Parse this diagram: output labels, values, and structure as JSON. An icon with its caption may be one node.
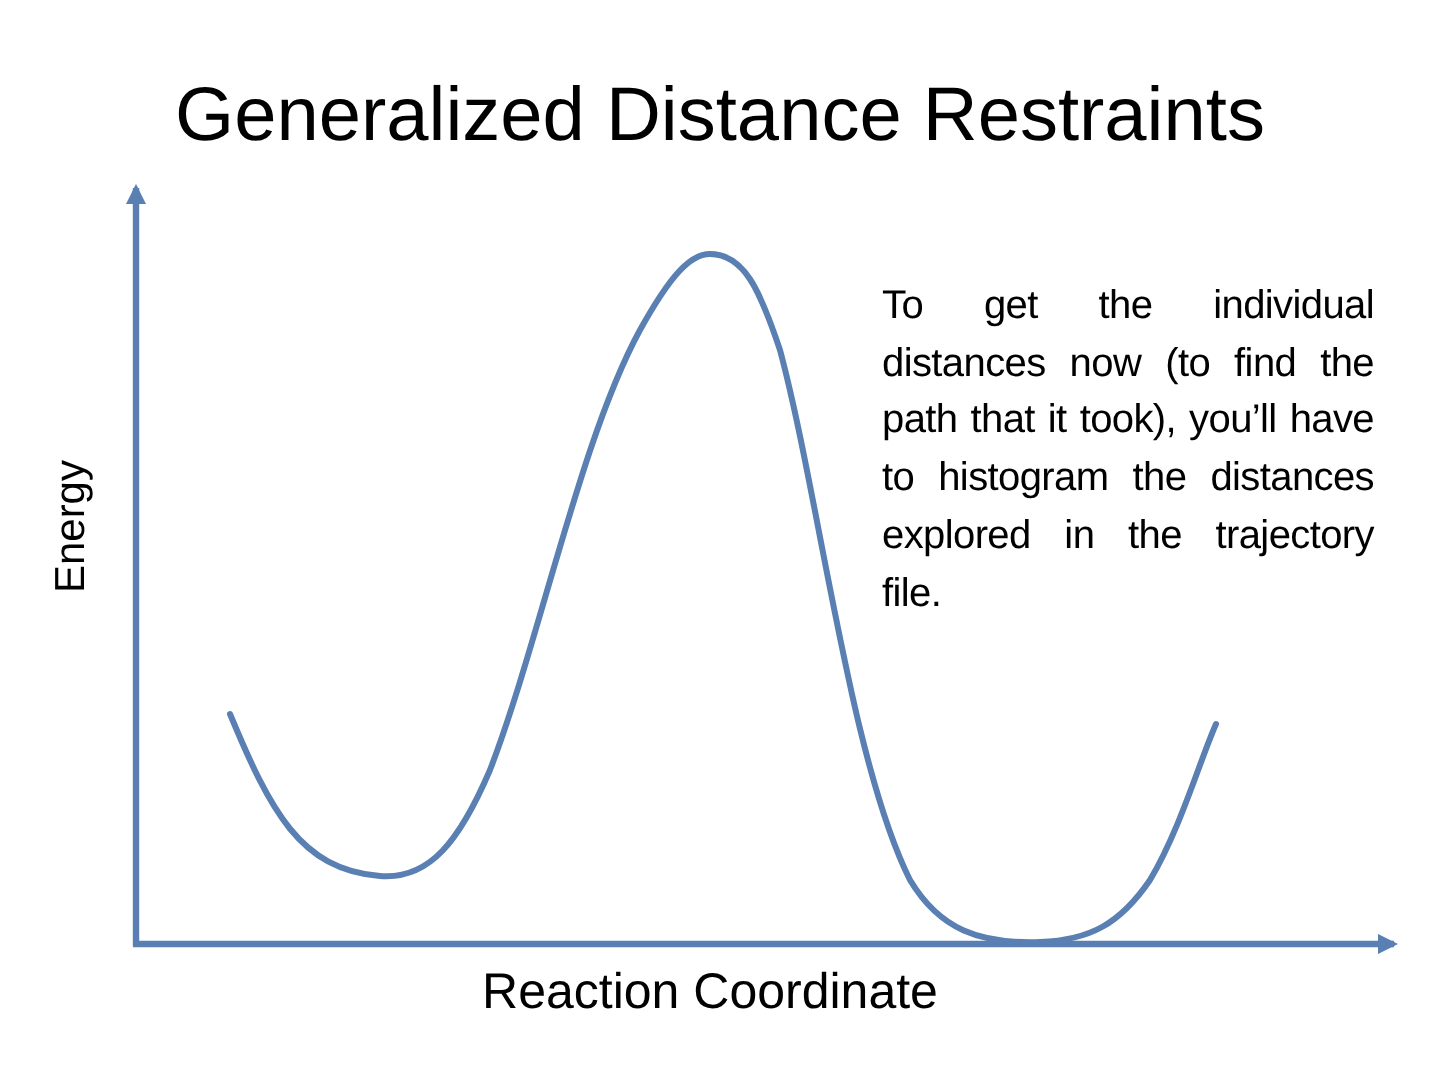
{
  "diagram": {
    "title": "Generalized Distance Restraints",
    "labels": [
      "To get the individual distances now (to find the path that it took), you’ll have to histogram the distances explored in the trajectory file.",
      "Energy",
      "Reaction Coordinate"
    ]
  }
}
